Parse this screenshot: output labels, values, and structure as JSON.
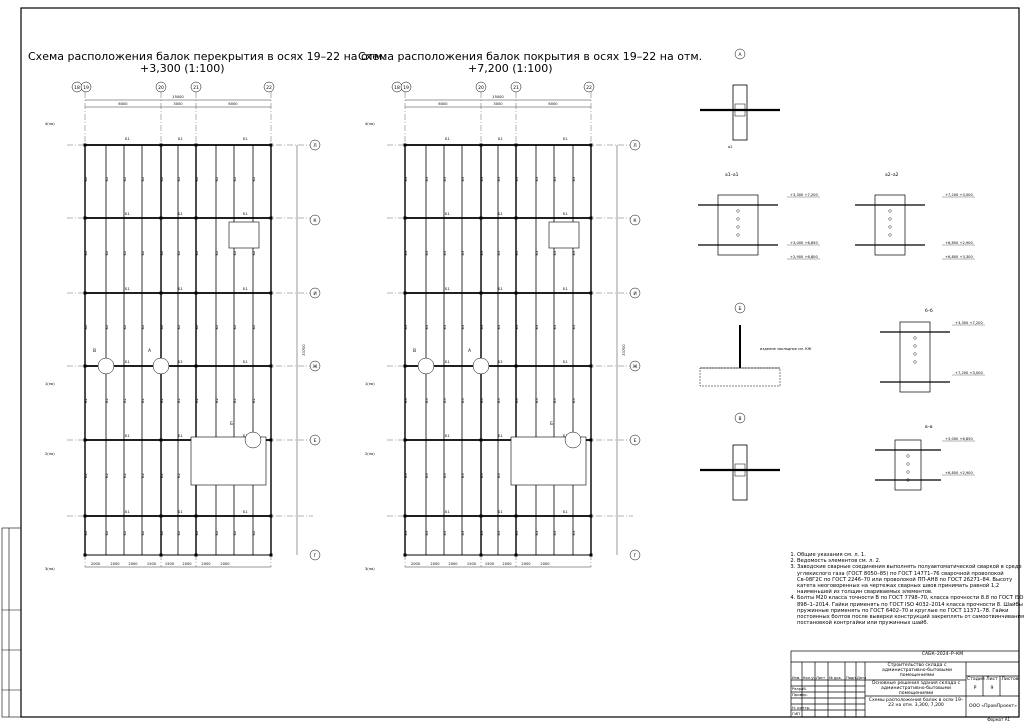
{
  "plan1": {
    "title_line1": "Схема расположения балок перекрытия в осях 19–22 на отм.",
    "title_line2": "+3,300 (1:100)",
    "axes_top": [
      "18",
      "19",
      "20",
      "21",
      "22"
    ],
    "axes_side": [
      "Л",
      "К",
      "И",
      "Ж",
      "Е",
      "Г"
    ],
    "beam_labels": [
      "Б1",
      "Б2"
    ],
    "callouts": [
      "В",
      "А",
      "Б"
    ],
    "dims_top": [
      "15000",
      "6000",
      "3000",
      "6000"
    ],
    "dims_bottom": [
      "2000",
      "2000",
      "2000",
      "1500",
      "1500",
      "2000",
      "2000",
      "2000"
    ],
    "overall": "33700",
    "side_marks": [
      "4(па)",
      "1(па)",
      "2(па)",
      "3(па)"
    ]
  },
  "plan2": {
    "title_line1": "Схема расположения балок покрытия в осях 19–22 на отм.",
    "title_line2": "+7,200 (1:100)",
    "beam_labels": [
      "Б1",
      "Б3"
    ]
  },
  "details": {
    "a": "А",
    "a1": "а1–а1",
    "a2": "а2–а2",
    "b": "Б",
    "bb": "б–б",
    "v": "В",
    "vv": "в–в",
    "elev": [
      "+3,300",
      "+7,200",
      "+3,000",
      "+6,850",
      "+2,900",
      "+6,800"
    ],
    "note_embed": "изделие закладное см. КЖ"
  },
  "notes": [
    "Общие указания см. л. 1.",
    "Ведомость элементов см. л. 2.",
    "Заводские сварные соединения выполнять полуавтоматической сваркой в среде углекислого газа (ГОСТ 8050–85) по ГОСТ 14771–76 сварочной проволокой Св-08Г2С по ГОСТ 2246–70 или проволокой ПП-АН8 по ГОСТ 26271–84. Высоту катета неоговоренных на чертежах сварных швов принимать равной 1,2 наименьшей из толщин свариваемых элементов.",
    "Болты М20 класса точности В по ГОСТ 7798–70, класса прочности 8.8 по ГОСТ ISO 898–1–2014. Гайки применять по ГОСТ ISO 4032–2014 класса прочности 8. Шайбы пружинные применять по ГОСТ 6402–70 и круглые по ГОСТ 11371–78. Гайки постоянных болтов после выверки конструкций закреплять от самоотвинчивания постановкой контргайки или пружинных шайб."
  ],
  "titleblock": {
    "code": "САБК–2024–Р–КМ",
    "project": "Строительство склада с административно-бытовыми помещениями",
    "building": "Основные решения здания склада с административно-бытовыми помещениями",
    "sheet_title": "Схемы расположения балок в осях 19–22 на отм. 3,300, 7,200",
    "stage_label": "Стадия",
    "sheet_label": "Лист",
    "sheets_label": "Листов",
    "stage": "Р",
    "sheet": "9",
    "org": "ООО «ПромПроект»",
    "cols": [
      "Изм.",
      "Кол.уч.",
      "Лист",
      "№ док.",
      "Подп.",
      "Дата"
    ],
    "roles": [
      "Разраб.",
      "Провер.",
      "Н. контр.",
      "ГИП"
    ],
    "format": "Формат А1"
  }
}
